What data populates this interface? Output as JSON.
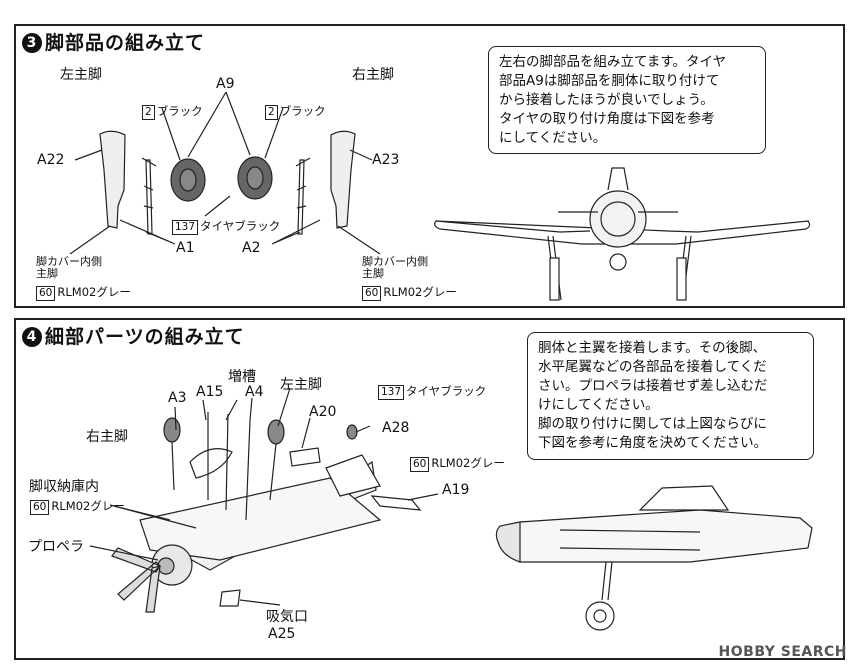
{
  "step3": {
    "number": "3",
    "title": "脚部品の組み立て",
    "left_label": "左主脚",
    "right_label": "右主脚",
    "note_lines": [
      "左右の脚部品を組み立てます。タイヤ",
      "部品A9は脚部品を胴体に取り付けて",
      "から接着したほうが良いでしょう。",
      "タイヤの取り付け角度は下図を参考",
      "にしてください。"
    ],
    "parts": {
      "a9": "A9",
      "a22": "A22",
      "a23": "A23",
      "a1": "A1",
      "a2": "A2"
    },
    "paint_black_left": {
      "num": "2",
      "name": "ブラック"
    },
    "paint_black_right": {
      "num": "2",
      "name": "ブラック"
    },
    "paint_tire": {
      "num": "137",
      "name": "タイヤブラック"
    },
    "inner_left": [
      "脚カバー内側",
      "主脚"
    ],
    "inner_right": [
      "脚カバー内側",
      "主脚"
    ],
    "rlm_left": {
      "num": "60",
      "name": "RLM02グレー"
    },
    "rlm_right": {
      "num": "60",
      "name": "RLM02グレー"
    }
  },
  "step4": {
    "number": "4",
    "title": "細部パーツの組み立て",
    "note_lines": [
      "胴体と主翼を接着します。その後脚、",
      "水平尾翼などの各部品を接着してくだ",
      "さい。プロペラは接着せず差し込むだ",
      "けにしてください。",
      "脚の取り付けに関しては上図ならびに",
      "下図を参考に角度を決めてください。"
    ],
    "labels": {
      "a3": "A3",
      "a15": "A15",
      "drop_tank": "増槽",
      "a4": "A4",
      "left_gear": "左主脚",
      "a20": "A20",
      "a28": "A28",
      "right_gear": "右主脚",
      "wheel_well": "脚収納庫内",
      "a19": "A19",
      "propeller": "プロペラ",
      "intake": "吸気口",
      "a25": "A25"
    },
    "paint_tire": {
      "num": "137",
      "name": "タイヤブラック"
    },
    "paint_grey": {
      "num": "60",
      "name": "RLM02グレー"
    },
    "paint_well": {
      "num": "60",
      "name": "RLM02グレー"
    }
  },
  "watermark": "HOBBY SEARCH"
}
